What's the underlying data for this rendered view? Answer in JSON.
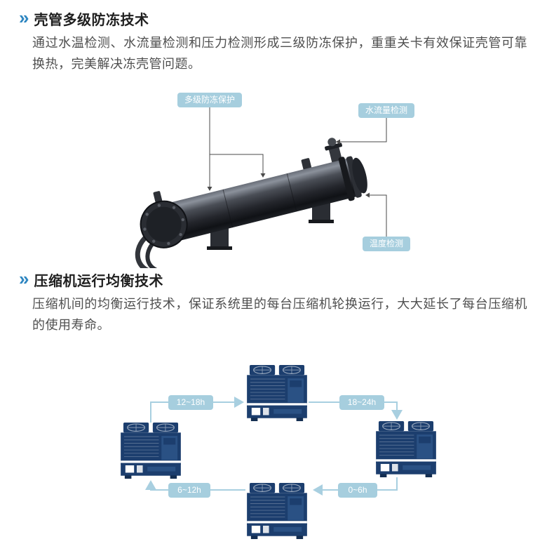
{
  "page": {
    "background": "#ffffff"
  },
  "icons": {
    "section_bullet": "»"
  },
  "colors": {
    "accent_blue": "#2e86c1",
    "chip_bg": "#a6cede",
    "chip_text": "#ffffff",
    "unit_navy": "#1c3e6e",
    "arrow_blue": "#a8cfe0"
  },
  "sections": [
    {
      "title": "壳管多级防冻技术",
      "body": "通过水温检测、水流量检测和压力检测形成三级防冻保护，重重关卡有效保证壳管可靠换热，完美解决冻壳管问题。"
    },
    {
      "title": "压缩机运行均衡技术",
      "body": "压缩机间的均衡运行技术，保证系统里的每台压缩机轮换运行，大大延长了每台压缩机的使用寿命。"
    }
  ],
  "exchanger_diagram": {
    "callouts": [
      {
        "label": "多级防冻保护"
      },
      {
        "label": "水流量检测"
      },
      {
        "label": "温度检测"
      }
    ]
  },
  "cycle_diagram": {
    "time_labels": [
      {
        "label": "12~18h"
      },
      {
        "label": "18~24h"
      },
      {
        "label": "6~12h"
      },
      {
        "label": "0~6h"
      }
    ]
  }
}
